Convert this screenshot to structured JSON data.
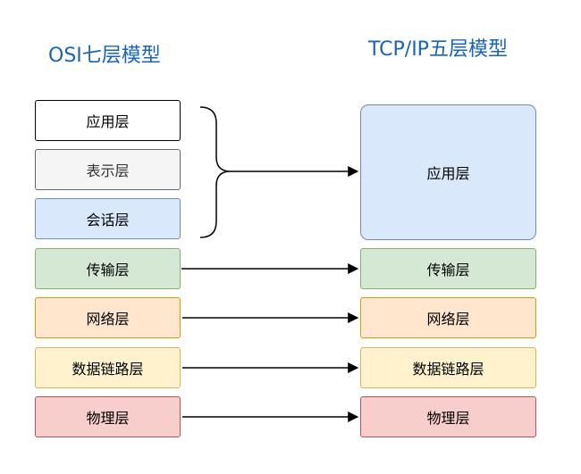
{
  "osi": {
    "title": "OSI七层模型",
    "layers": [
      {
        "label": "应用层",
        "fill": "#ffffff",
        "stroke": "#000000",
        "text_color": "#000000"
      },
      {
        "label": "表示层",
        "fill": "#f5f5f5",
        "stroke": "#666666",
        "text_color": "#333333"
      },
      {
        "label": "会话层",
        "fill": "#dae8fc",
        "stroke": "#6c8ebf",
        "text_color": "#000000"
      },
      {
        "label": "传输层",
        "fill": "#d5e8d4",
        "stroke": "#82b366",
        "text_color": "#000000"
      },
      {
        "label": "网络层",
        "fill": "#ffe6cc",
        "stroke": "#d79b00",
        "text_color": "#000000"
      },
      {
        "label": "数据链路层",
        "fill": "#fff2cc",
        "stroke": "#d6b656",
        "text_color": "#000000"
      },
      {
        "label": "物理层",
        "fill": "#f8cecc",
        "stroke": "#b85450",
        "text_color": "#000000"
      }
    ]
  },
  "tcpip": {
    "title": "TCP/IP五层模型",
    "layers": [
      {
        "label": "应用层",
        "fill": "#dae8fc",
        "stroke": "#6c8ebf"
      },
      {
        "label": "传输层",
        "fill": "#d5e8d4",
        "stroke": "#82b366"
      },
      {
        "label": "网络层",
        "fill": "#ffe6cc",
        "stroke": "#d79b00"
      },
      {
        "label": "数据链路层",
        "fill": "#fff2cc",
        "stroke": "#d6b656"
      },
      {
        "label": "物理层",
        "fill": "#f8cecc",
        "stroke": "#b85450"
      }
    ]
  },
  "colors": {
    "title": "#1565c0",
    "connector": "#000000"
  }
}
